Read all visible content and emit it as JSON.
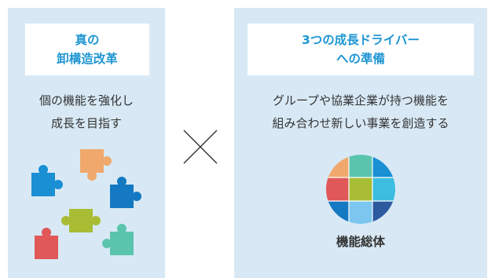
{
  "left": {
    "title_line1": "真の",
    "title_line2": "卸構造改革",
    "desc_line1": "個の機能を強化し",
    "desc_line2": "成長を目指す",
    "pieces": [
      {
        "name": "puzzle-piece-orange-icon",
        "color": "#f0a86c"
      },
      {
        "name": "puzzle-piece-blue-icon",
        "color": "#1a8fd4"
      },
      {
        "name": "puzzle-piece-navy-icon",
        "color": "#1479c2"
      },
      {
        "name": "puzzle-piece-green-icon",
        "color": "#a9bd34"
      },
      {
        "name": "puzzle-piece-red-icon",
        "color": "#e05858"
      },
      {
        "name": "puzzle-piece-teal-icon",
        "color": "#5bc4ad"
      }
    ]
  },
  "right": {
    "title_line1": "3つの成長ドライバー",
    "title_line2": "への準備",
    "desc_line1": "グループや協業企業が持つ機能を",
    "desc_line2": "組み合わせ新しい事業を創造する",
    "caption": "機能総体",
    "circle_colors": [
      "#f0a86c",
      "#5bc4ad",
      "#1a8fd4",
      "#e05858",
      "#a9bd34",
      "#3dbde0",
      "#1479c2",
      "#7cc6ef",
      "#2c5a9e"
    ]
  },
  "accent_color": "#1f96d3"
}
